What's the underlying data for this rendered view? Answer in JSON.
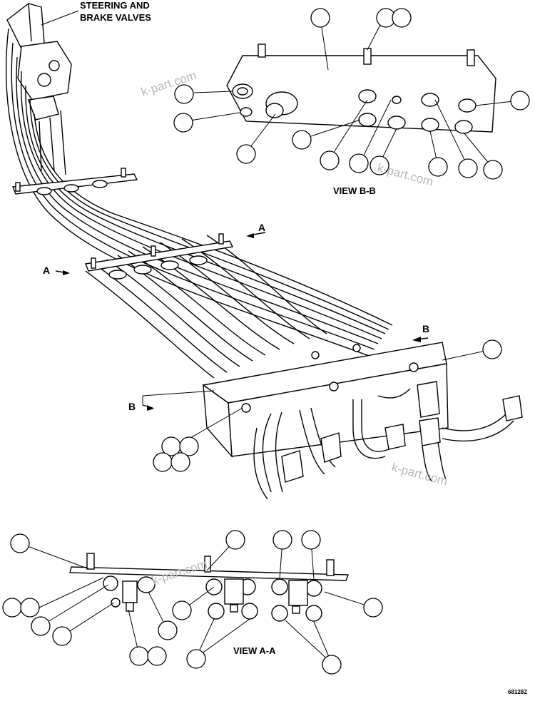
{
  "labels": {
    "steering": "STEERING AND",
    "steering2": "BRAKE VALVES",
    "view_bb": "VIEW B-B",
    "view_aa": "VIEW A-A",
    "a_upper": "A",
    "a_lower": "A",
    "b_upper": "B",
    "b_lower": "B",
    "code": "68128Z"
  },
  "watermark": "k-part.com",
  "colors": {
    "line": "#000000",
    "background": "#ffffff",
    "watermark": "#b8b8b8"
  }
}
